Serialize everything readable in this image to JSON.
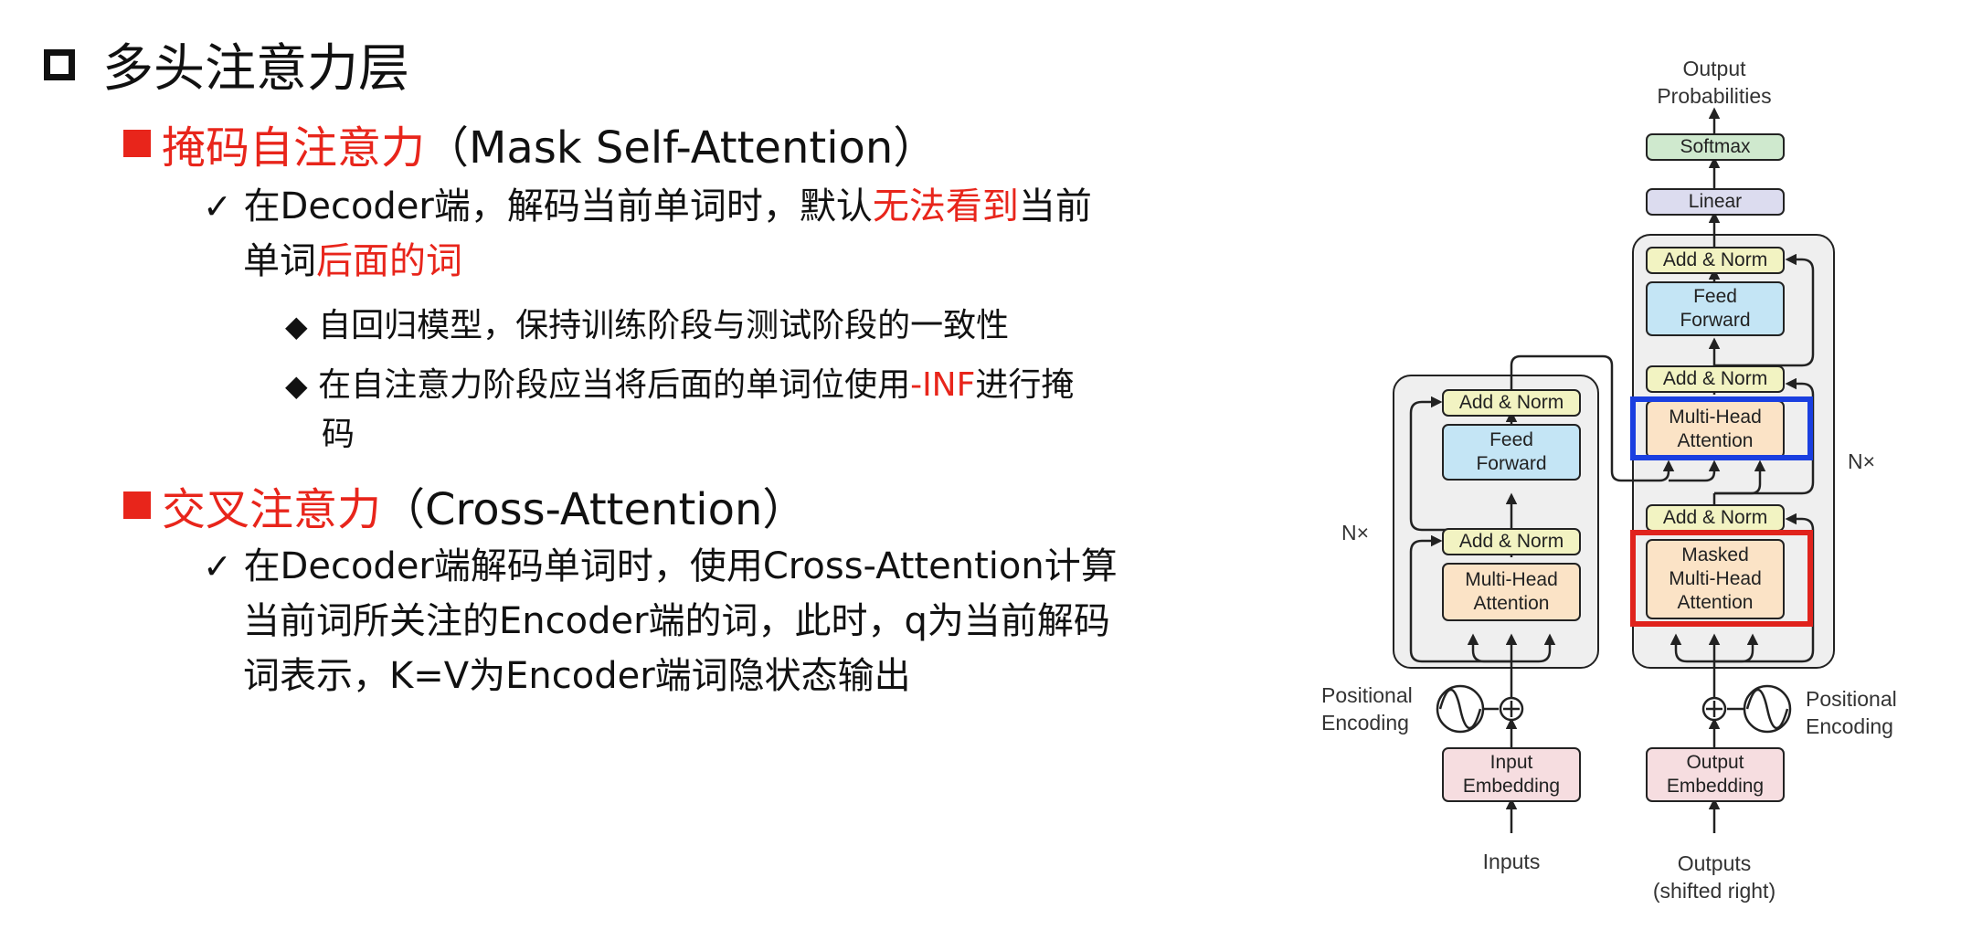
{
  "slide": {
    "title": "多头注意力层",
    "section1": {
      "heading_red": "掩码自注意力",
      "heading_black": "（Mask Self-Attention）",
      "item": {
        "check": "✓",
        "line1_a": "在Decoder端，解码当前单词时，默认",
        "line1_red": "无法看到",
        "line1_b": "当前",
        "line2_a": "单词",
        "line2_red": "后面的词"
      },
      "sub_bullet": "◆",
      "sub1": "自回归模型，保持训练阶段与测试阶段的一致性",
      "sub2_a": "在自注意力阶段应当将后面的单词位使用",
      "sub2_red": "-INF",
      "sub2_b": "进行掩",
      "sub2_c": "码"
    },
    "section2": {
      "heading_red": "交叉注意力",
      "heading_black": "（Cross-Attention）",
      "check": "✓",
      "line1": "在Decoder端解码单词时，使用Cross-Attention计算",
      "line2": "当前词所关注的Encoder端的词，此时，q为当前解码",
      "line3": "词表示，K=V为Encoder端词隐状态输出"
    }
  },
  "diagram": {
    "output_probabilities": [
      "Output",
      "Probabilities"
    ],
    "softmax": "Softmax",
    "linear": "Linear",
    "add_norm": "Add & Norm",
    "feed_forward": [
      "Feed",
      "Forward"
    ],
    "multi_head_attention": [
      "Multi-Head",
      "Attention"
    ],
    "masked_multi_head_attention": [
      "Masked",
      "Multi-Head",
      "Attention"
    ],
    "nx": "N×",
    "positional_encoding": [
      "Positional",
      "Encoding"
    ],
    "input_embedding": [
      "Input",
      "Embedding"
    ],
    "output_embedding": [
      "Output",
      "Embedding"
    ],
    "inputs": "Inputs",
    "outputs": [
      "Outputs",
      "(shifted right)"
    ],
    "highlight_blue": "#1a3fe0",
    "highlight_red": "#e0231c"
  }
}
